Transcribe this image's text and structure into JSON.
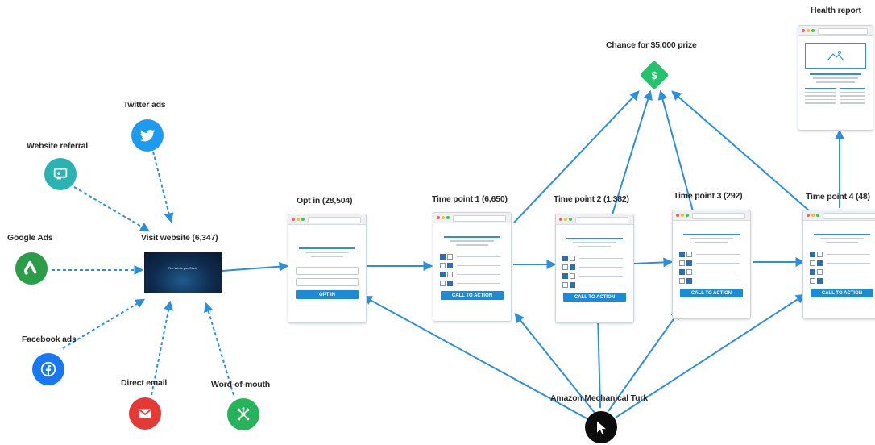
{
  "labels": {
    "twitter": "Twitter ads",
    "website_referral": "Website referral",
    "google_ads": "Google Ads",
    "facebook": "Facebook ads",
    "direct_email": "Direct email",
    "word_of_mouth": "Word-of-mouth",
    "visit_website": "Visit website (6,347)",
    "opt_in": "Opt in (28,504)",
    "tp1": "Time point 1 (6,650)",
    "tp2": "Time point 2 (1,382)",
    "tp3": "Time point 3 (292)",
    "tp4": "Time point 4 (48)",
    "prize": "Chance for $5,000 prize",
    "health_report": "Health report",
    "mturk": "Amazon Mechanical Turk"
  },
  "thumbnail_caption": "The Wesleyan Study",
  "buttons": {
    "opt_in": "OPT IN",
    "cta1": "CALL TO ACTION",
    "cta2": "CALL TO ACTION",
    "cta3": "CALL TO ACTION",
    "cta4": "CALL TO ACTION"
  },
  "prize_symbol": "$",
  "icons": {
    "twitter": "twitter-bird-icon",
    "website_referral": "website-referral-icon",
    "google_ads": "google-ads-icon",
    "facebook": "facebook-icon",
    "direct_email": "gmail-icon",
    "word_of_mouth": "share-network-icon",
    "prize": "dollar-diamond-icon",
    "mturk": "cursor-icon"
  },
  "colors": {
    "arrow": "#2b8fe0",
    "twitter": "#1d9bf0",
    "website_referral": "#2bb3b1",
    "google_ads": "#2a9d47",
    "facebook": "#1877f2",
    "direct_email": "#e53935",
    "word_of_mouth": "#27b35a",
    "prize": "#22c36b",
    "mturk": "#0c0c0c",
    "cta": "#1b8ad7"
  }
}
